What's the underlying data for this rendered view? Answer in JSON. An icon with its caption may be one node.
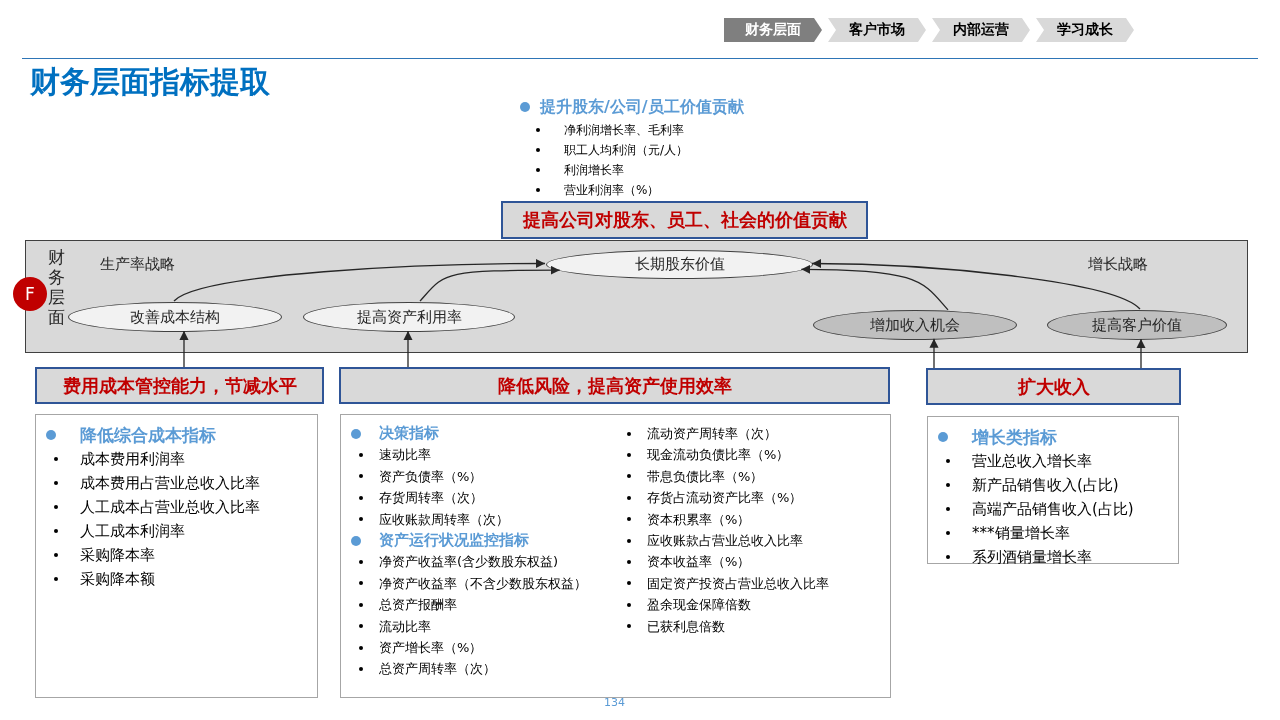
{
  "diagram": {
    "title": "财务层面指标提取",
    "nodes": [
      {
        "text": [
          "财务层面"
        ]
      },
      {
        "text": [
          "客户市场"
        ]
      },
      {
        "text": [
          "内部运营"
        ]
      },
      {
        "text": [
          "学习成长"
        ]
      },
      {
        "text": [
          "提高公司对股东、员工、社会的价值贡献"
        ]
      },
      {
        "text": [
          "财务层面",
          "生产率战略",
          "增长战略"
        ]
      },
      {
        "text": [
          "F"
        ]
      },
      {
        "text": [
          "长期股东价值"
        ],
        "in": 5
      },
      {
        "text": [
          "改善成本结构"
        ],
        "in": 5
      },
      {
        "text": [
          "提高资产利用率"
        ],
        "in": 5
      },
      {
        "text": [
          "增加收入机会"
        ],
        "in": 5
      },
      {
        "text": [
          "提高客户价值"
        ],
        "in": 5
      },
      {
        "text": [
          "费用成本管控能力，节减水平"
        ]
      },
      {
        "text": [
          "降低风险，提高资产使用效率"
        ]
      },
      {
        "text": [
          "扩大收入"
        ]
      },
      {
        "text": [
          "降低综合成本指标",
          "成本费用利润率",
          "成本费用占营业总收入比率",
          "人工成本占营业总收入比率",
          "人工成本利润率",
          "采购降本率",
          "采购降本额"
        ]
      },
      {
        "text": [
          "决策指标",
          "速动比率",
          "资产负债率（%）",
          "存货周转率（次）",
          "应收账款周转率（次）",
          "资产运行状况监控指标",
          "净资产收益率(含少数股东权益)",
          "净资产收益率（不含少数股东权益）",
          "总资产报酬率",
          "流动比率",
          "资产增长率（%）",
          "总资产周转率（次）",
          "流动资产周转率（次）",
          "现金流动负债比率（%）",
          "带息负债比率（%）",
          "存货占流动资产比率（%）",
          "资本积累率（%）",
          "应收账款占营业总收入比率",
          "资本收益率（%）",
          "固定资产投资占营业总收入比率",
          "盈余现金保障倍数",
          "已获利息倍数"
        ]
      },
      {
        "text": [
          "增长类指标",
          "营业总收入增长率",
          "新产品销售收入(占比)",
          "高端产品销售收入(占比)",
          "***销量增长率",
          "系列酒销量增长率"
        ]
      }
    ],
    "edges": [
      {
        "from": 8,
        "to": 7,
        "arrow": "to"
      },
      {
        "from": 9,
        "to": 7,
        "arrow": "to"
      },
      {
        "from": 10,
        "to": 7,
        "arrow": "to"
      },
      {
        "from": 11,
        "to": 7,
        "arrow": "to"
      },
      {
        "from": 12,
        "to": 8,
        "arrow": "to"
      },
      {
        "from": 13,
        "to": 9,
        "arrow": "to"
      },
      {
        "from": 14,
        "to": 10,
        "arrow": "to"
      },
      {
        "from": 14,
        "to": 11,
        "arrow": "to"
      }
    ],
    "labels": [
      "提升股东/公司/员工价值贡献",
      "净利润增长率、毛利率",
      "职工人均利润（元/人）",
      "利润增长率",
      "营业利润率（%）",
      "134"
    ]
  }
}
